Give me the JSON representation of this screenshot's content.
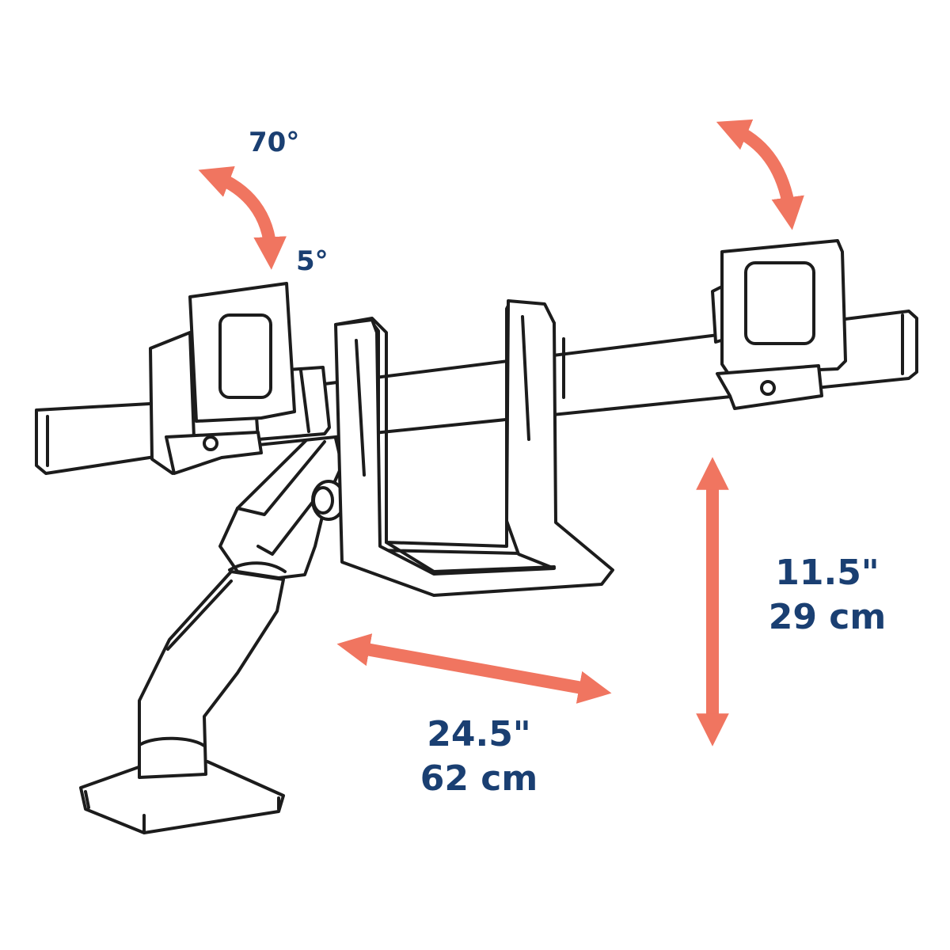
{
  "annotations": {
    "tilt": {
      "max": "70°",
      "min": "5°"
    },
    "height_adjust": {
      "imperial": "11.5\"",
      "metric": "29 cm"
    },
    "extension": {
      "imperial": "24.5\"",
      "metric": "62 cm"
    }
  },
  "colors": {
    "arrow": "#f07560",
    "label": "#1a3f72",
    "line": "#1c1c1c",
    "fill": "#ffffff"
  }
}
